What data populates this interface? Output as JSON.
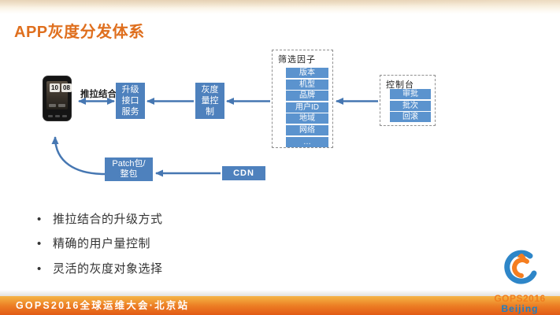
{
  "title": "APP灰度分发体系",
  "diagram": {
    "push_pull_label": "推拉结合",
    "upgrade_service_box": "升级接口服务",
    "gray_volume_box": "灰度量控制",
    "patch_box_line1": "Patch包/",
    "patch_box_line2": "整包",
    "cdn_box": "CDN",
    "phone": {
      "clock_hour": "10",
      "clock_minute": "08"
    },
    "filter_panel": {
      "title": "筛选因子",
      "items": [
        "版本",
        "机型",
        "品牌",
        "用户ID",
        "地域",
        "网络",
        "…"
      ]
    },
    "console_panel": {
      "title": "控制台",
      "items": [
        "审批",
        "批次",
        "回滚"
      ]
    }
  },
  "bullets": [
    "推拉结合的升级方式",
    "精确的用户量控制",
    "灵活的灰度对象选择"
  ],
  "footer": {
    "bar_text": "GOPS2016全球运维大会·北京站",
    "logo_line1": "GOPS2016",
    "logo_line2": "Beijing"
  },
  "colors": {
    "accent_orange": "#DF6F1E",
    "box_blue": "#4E81BD",
    "item_blue": "#5B93CE",
    "arrow_blue": "#4677B2",
    "footer_gradient_top": "#F6B44A",
    "footer_gradient_bottom": "#E25A15",
    "logo_orange": "#F07E20",
    "logo_blue": "#1F7EC2"
  }
}
